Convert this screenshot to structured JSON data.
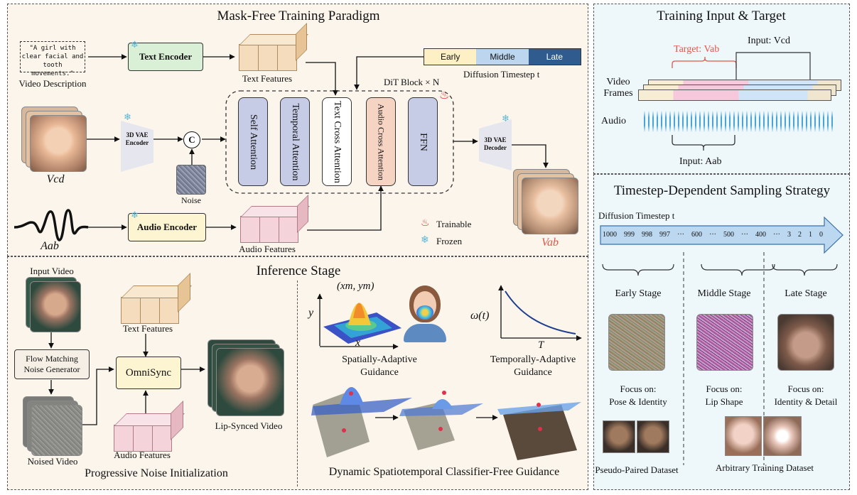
{
  "training": {
    "title": "Mask-Free Training Paradigm",
    "video_description_quote": "\"A girl with clear facial and tooth movements.\"",
    "video_description_label": "Video Description",
    "text_encoder": "Text Encoder",
    "text_features": "Text Features",
    "timestep_bar": [
      "Early",
      "Middle",
      "Late"
    ],
    "diffusion_timestep": "Diffusion Timestep t",
    "dit_block": "DiT Block × N",
    "vae_encoder": "3D VAE Encoder",
    "vae_decoder": "3D VAE Decoder",
    "concat_symbol": "C",
    "noise": "Noise",
    "blocks": [
      "Self Attention",
      "Temporal Attention",
      "Text Cross Attention",
      "Audio Cross Attention",
      "FFN"
    ],
    "audio_encoder": "Audio Encoder",
    "audio_features": "Audio Features",
    "v_cd": "Vcd",
    "a_ab": "Aab",
    "v_ab": "Vab",
    "legend_trainable": "Trainable",
    "legend_frozen": "Frozen"
  },
  "io": {
    "title": "Training Input & Target",
    "target": "Target: Vab",
    "input_v": "Input: Vcd",
    "video_frames": "Video Frames",
    "audio": "Audio",
    "input_a": "Input: Aab"
  },
  "sampling": {
    "title": "Timestep-Dependent Sampling Strategy",
    "diffusion_timestep": "Diffusion Timestep t",
    "ticks": [
      "1000",
      "999",
      "998",
      "997",
      "···",
      "600",
      "···",
      "500",
      "···",
      "400",
      "···",
      "3",
      "2",
      "1",
      "0"
    ],
    "stages": [
      {
        "name": "Early Stage",
        "focus": "Focus on:",
        "detail": "Pose & Identity"
      },
      {
        "name": "Middle Stage",
        "focus": "Focus on:",
        "detail": "Lip Shape"
      },
      {
        "name": "Late Stage",
        "focus": "Focus on:",
        "detail": "Identity & Detail"
      }
    ],
    "pseudo_paired": "Pseudo-Paired Dataset",
    "arbitrary": "Arbitrary Training Dataset"
  },
  "inference": {
    "title": "Inference Stage",
    "input_video": "Input Video",
    "flow_matching": "Flow Matching Noise Generator",
    "noised_video": "Noised Video",
    "text_features": "Text Features",
    "omnisync": "OmniSync",
    "audio_features": "Audio Features",
    "lip_synced": "Lip-Synced Video",
    "progressive": "Progressive Noise Initialization",
    "xm_ym": "(xm, ym)",
    "y_axis": "y",
    "x_axis": "x",
    "spatial": "Spatially-Adaptive Guidance",
    "omega": "ω(t)",
    "T": "T",
    "temporal": "Temporally-Adaptive Guidance",
    "dynamic": "Dynamic Spatiotemporal Classifier-Free Guidance"
  },
  "colors": {
    "left_bg": "#fbf5ec",
    "right_bg": "#eef8fb",
    "text_encoder_fill": "#d9f0d6",
    "audio_encoder_fill": "#fdf4d2",
    "text_feature_fill": "#f4dcbc",
    "audio_feature_fill": "#f4d3da",
    "attention_block_fill": "#c6cbe6",
    "audio_cross_fill": "#f6d4c4",
    "timestep_early": "#fdf0c4",
    "timestep_middle": "#bcd6f0",
    "timestep_late": "#2f5b8e",
    "target_red": "#e0574a",
    "frozen_icon": "#5bb7d9",
    "trainable_icon": "#d9342b"
  }
}
